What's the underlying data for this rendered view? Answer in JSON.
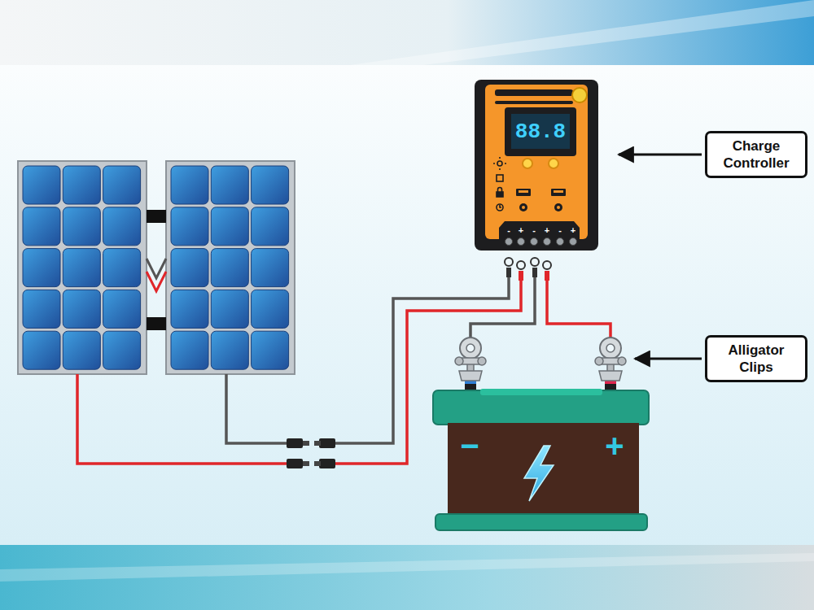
{
  "diagram": {
    "nodes": [
      {
        "text": [
          "Charge Controller"
        ]
      },
      {
        "text": [
          "Alligator Clips"
        ]
      }
    ],
    "labels": [
      "88.8",
      "-",
      "+",
      "-",
      "+",
      "-",
      "+",
      "−",
      "+"
    ]
  }
}
